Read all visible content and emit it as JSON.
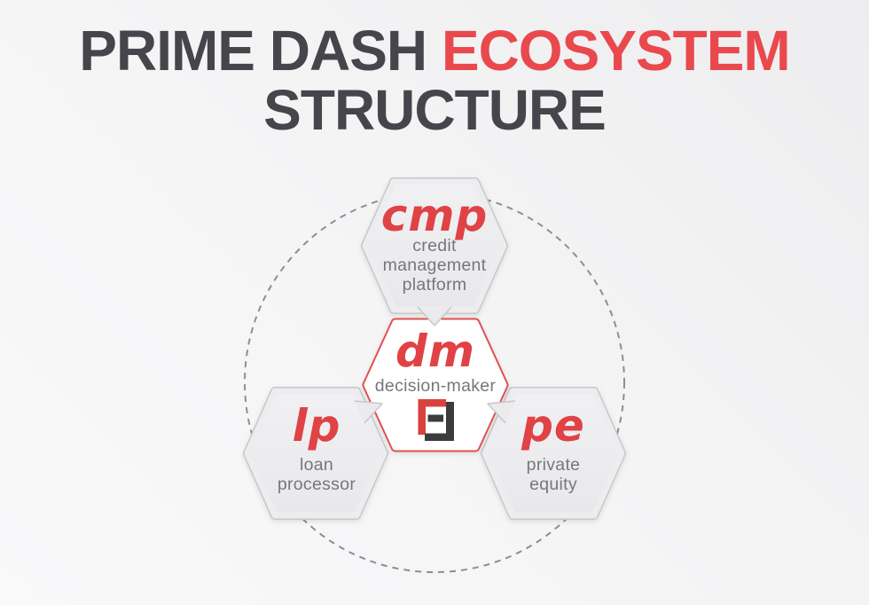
{
  "title": {
    "line1_dark": "PRIME DASH",
    "line1_red": "ECOSYSTEM",
    "line2": "STRUCTURE"
  },
  "nodes": {
    "cmp": {
      "logo": "cmp",
      "label_lines": [
        "credit",
        "management",
        "platform"
      ]
    },
    "dm": {
      "logo": "dm",
      "label": "decision-maker"
    },
    "lp": {
      "logo": "lp",
      "label_lines": [
        "loan",
        "processor"
      ]
    },
    "pe": {
      "logo": "pe",
      "label_lines": [
        "private",
        "equity"
      ]
    }
  },
  "icons": {
    "dm_logo_mark": "interlocked-f-brackets-monogram"
  },
  "colors": {
    "title_dark": "#45464b",
    "title_red": "#e9494d",
    "logo_red": "#e04245",
    "mark_red": "#d9413f",
    "mark_dark": "#3c3c3e",
    "label_gray": "#76777a",
    "hex_fill": "#ececee",
    "hex_border": "#c7c8ca",
    "dm_border_red": "#e05052",
    "circle_dash_gray": "#8d8e90"
  }
}
